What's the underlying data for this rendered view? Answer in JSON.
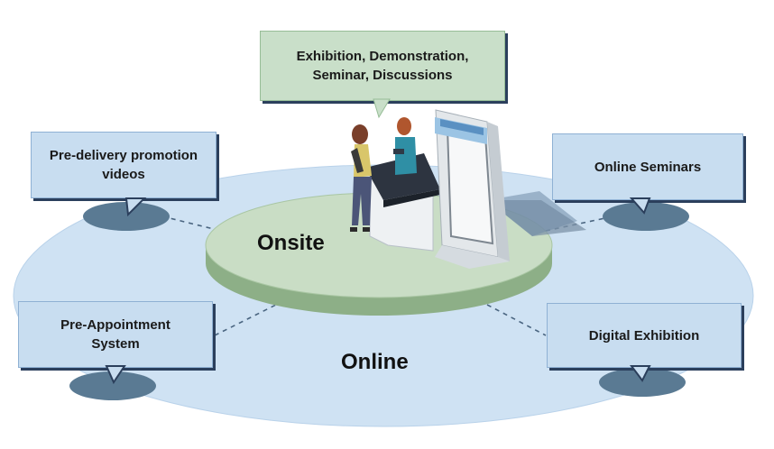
{
  "center": {
    "callout_line1": "Exhibition, Demonstration,",
    "callout_line2": "Seminar, Discussions",
    "platform_label": "Onsite"
  },
  "outer_label": "Online",
  "callouts": {
    "top_left": "Pre-delivery promotion videos",
    "top_right": "Online Seminars",
    "bottom_left_line1": "Pre-Appointment",
    "bottom_left_line2": "System",
    "bottom_right": "Digital Exhibition"
  },
  "colors": {
    "outer_ellipse": "#cfe2f3",
    "platform_top": "#c9ddc5",
    "platform_side": "#8daf87",
    "callout_blue": "#c8ddf0",
    "callout_green": "#c9dfc9",
    "base_disc": "#5a7a93",
    "shadow": "#2b3f5c"
  }
}
